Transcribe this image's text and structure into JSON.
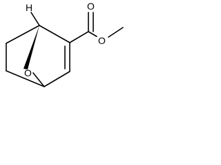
{
  "molecule": {
    "atoms": {
      "h_label": "H",
      "bridge_oxygen": "O",
      "carbonyl_oxygen": "O",
      "ester_oxygen": "O"
    },
    "colors": {
      "bond": "#000000",
      "background": "#ffffff"
    }
  }
}
